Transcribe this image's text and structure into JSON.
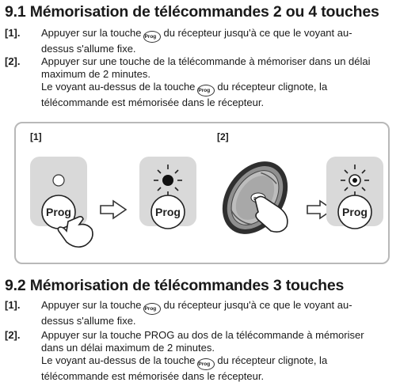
{
  "section1": {
    "title": "9.1 Mémorisation de télécommandes 2 ou 4 touches",
    "step1": {
      "num": "[1].",
      "before": "Appuyer sur la touche",
      "after": "du récepteur jusqu'à ce que le voyant au-",
      "line2": "dessus s'allume fixe."
    },
    "step2": {
      "num": "[2].",
      "line1": "Appuyer sur une touche de la télécommande à mémoriser dans un délai",
      "line2": "maximum de 2 minutes.",
      "line3_before": "Le voyant au-dessus de la touche",
      "line3_after": "du récepteur clignote, la",
      "line4": "télécommande est mémorisée dans le récepteur."
    }
  },
  "section2": {
    "title": "9.2 Mémorisation de télécommandes 3 touches",
    "step1": {
      "num": "[1].",
      "before": "Appuyer sur la touche",
      "after": "du récepteur jusqu'à ce que le voyant au-",
      "line2": "dessus s'allume fixe."
    },
    "step2": {
      "num": "[2].",
      "line1": "Appuyer sur la touche PROG au dos de la télécommande à mémoriser",
      "line2": "dans un délai maximum de 2 minutes.",
      "line3_before": "Le voyant au-dessus de la touche",
      "line3_after": "du récepteur clignote, la",
      "line4": "télécommande est mémorisée dans le récepteur."
    }
  },
  "icon_label": "Prog",
  "illustration": {
    "label1": "[1]",
    "label2": "[2]",
    "button_label": "Prog"
  }
}
